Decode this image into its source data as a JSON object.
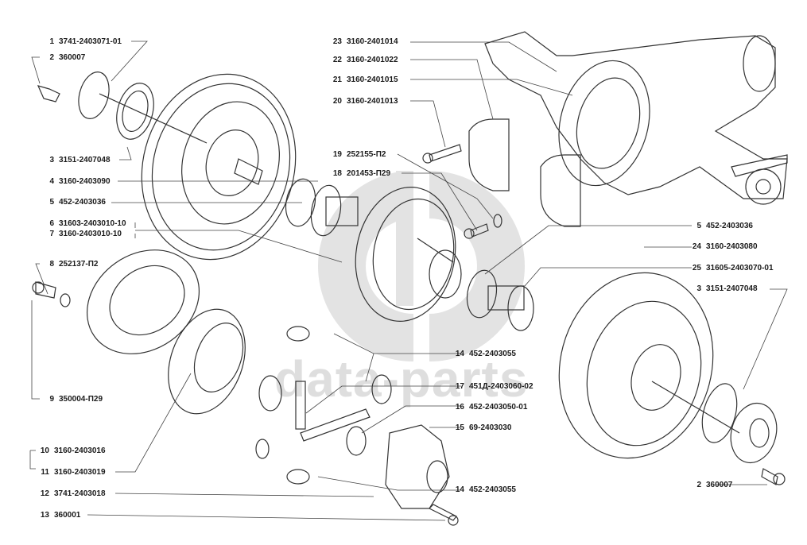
{
  "diagram": {
    "type": "exploded-parts-diagram",
    "subject": "rear axle differential assembly",
    "watermark": "data-parts",
    "colors": {
      "line": "#333333",
      "text": "#1a1a1a",
      "watermark": "#d9d9d9"
    }
  },
  "labels": [
    {
      "id": "l1",
      "num": "1",
      "part": "3741-2403071-01"
    },
    {
      "id": "l2a",
      "num": "2",
      "part": "360007"
    },
    {
      "id": "l3a",
      "num": "3",
      "part": "3151-2407048"
    },
    {
      "id": "l4",
      "num": "4",
      "part": "3160-2403090"
    },
    {
      "id": "l5a",
      "num": "5",
      "part": "452-2403036"
    },
    {
      "id": "l6",
      "num": "6",
      "part": "31603-2403010-10"
    },
    {
      "id": "l7",
      "num": "7",
      "part": "3160-2403010-10"
    },
    {
      "id": "l8",
      "num": "8",
      "part": "252137-П2"
    },
    {
      "id": "l9",
      "num": "9",
      "part": "350004-П29"
    },
    {
      "id": "l10",
      "num": "10",
      "part": "3160-2403016"
    },
    {
      "id": "l11",
      "num": "11",
      "part": "3160-2403019"
    },
    {
      "id": "l12",
      "num": "12",
      "part": "3741-2403018"
    },
    {
      "id": "l13",
      "num": "13",
      "part": "360001"
    },
    {
      "id": "l23",
      "num": "23",
      "part": "3160-2401014"
    },
    {
      "id": "l22",
      "num": "22",
      "part": "3160-2401022"
    },
    {
      "id": "l21",
      "num": "21",
      "part": "3160-2401015"
    },
    {
      "id": "l20",
      "num": "20",
      "part": "3160-2401013"
    },
    {
      "id": "l19",
      "num": "19",
      "part": "252155-П2"
    },
    {
      "id": "l18",
      "num": "18",
      "part": "201453-П29"
    },
    {
      "id": "l5b",
      "num": "5",
      "part": "452-2403036"
    },
    {
      "id": "l24",
      "num": "24",
      "part": "3160-2403080"
    },
    {
      "id": "l25",
      "num": "25",
      "part": "31605-2403070-01"
    },
    {
      "id": "l3b",
      "num": "3",
      "part": "3151-2407048"
    },
    {
      "id": "l14a",
      "num": "14",
      "part": "452-2403055"
    },
    {
      "id": "l17",
      "num": "17",
      "part": "451Д-2403060-02"
    },
    {
      "id": "l16",
      "num": "16",
      "part": "452-2403050-01"
    },
    {
      "id": "l15",
      "num": "15",
      "part": "69-2403030"
    },
    {
      "id": "l14b",
      "num": "14",
      "part": "452-2403055"
    },
    {
      "id": "l2b",
      "num": "2",
      "part": "360007"
    }
  ]
}
